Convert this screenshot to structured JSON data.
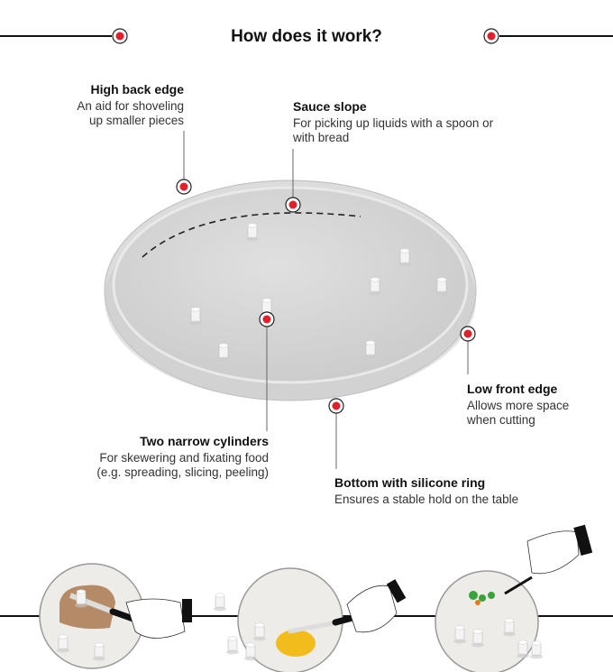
{
  "title": "How does it work?",
  "accent_color": "#e0202a",
  "callouts": [
    {
      "title": "High back edge",
      "lines": [
        "An aid for shoveling",
        "up smaller pieces"
      ]
    },
    {
      "title": "Sauce slope",
      "lines": [
        "For picking up liquids with a spoon or",
        "with bread"
      ]
    },
    {
      "title": "Low front edge",
      "lines": [
        "Allows more space",
        "when cutting"
      ]
    },
    {
      "title": "Two narrow cylinders",
      "lines": [
        "For skewering and fixating food",
        "(e.g. spreading, slicing, peeling)"
      ]
    },
    {
      "title": "Bottom with silicone ring",
      "lines": [
        "Ensures a stable hold on the table"
      ]
    }
  ],
  "steps": [
    "spreading-bread",
    "cutting-egg",
    "scooping-vegetables"
  ]
}
